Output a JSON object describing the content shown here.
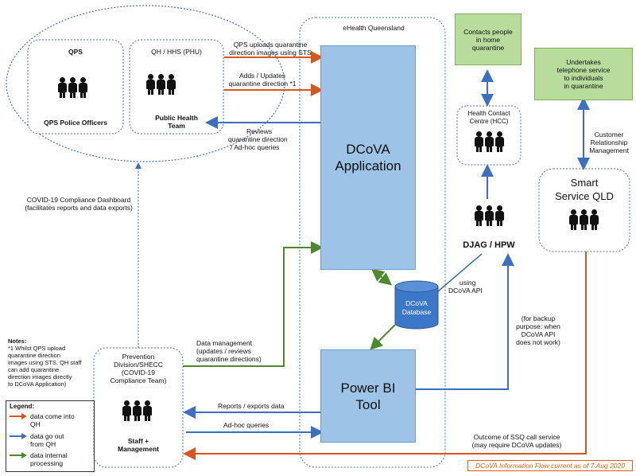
{
  "colors": {
    "orange": "#d9571e",
    "blue": "#3c6fbf",
    "green": "#4e8a2c",
    "light_blue": "#9dc3e6",
    "light_green": "#b7dc9c",
    "caption_orange": "#e06010"
  },
  "ellipse": {
    "qps_label": "QPS",
    "qps_people_caption": "QPS Police Officers",
    "qh_label": "QH / HHS (PHU)",
    "qh_people_caption_1": "Public Health",
    "qh_people_caption_2": "Team"
  },
  "ehealth": {
    "label": "eHealth Queensland",
    "dcova_line1": "DCoVA",
    "dcova_line2": "Application",
    "db_line1": "DCoVA",
    "db_line2": "Database",
    "powerbi_line1": "Power BI",
    "powerbi_line2": "Tool"
  },
  "arrows": {
    "qps_uploads_1": "QPS uploads quarantine",
    "qps_uploads_2": "direction images using STS",
    "adds_updates_1": "Adds / Updates",
    "adds_updates_2": "quarantine direction *1",
    "reviews_1": "Reviews",
    "reviews_2": "quarantine direction",
    "reviews_3": "/ Ad-hoc queries",
    "dashboard_1": "COVID-19 Compliance Dashboard",
    "dashboard_2": "(facilitates reports and data exports)",
    "data_mgmt_1": "Data management",
    "data_mgmt_2": "(updates / reviews",
    "data_mgmt_3": "quarantine directions)",
    "reports_exports": "Reports / exports data",
    "adhoc_queries": "Ad-hoc queries",
    "using_api_1": "using",
    "using_api_2": "DCoVA API",
    "backup_1": "(for backup",
    "backup_2": "purpose: when",
    "backup_3": "DCoVA API",
    "backup_4": "does not work)",
    "crm_1": "Customer",
    "crm_2": "Relationship",
    "crm_3": "Management",
    "outcome_1": "Outcome of SSQ call service",
    "outcome_2": "(may require DCoVA updates)"
  },
  "right": {
    "contacts_1": "Contacts people",
    "contacts_2": "in home",
    "contacts_3": "quarantine",
    "telephone_1": "Undertakes",
    "telephone_2": "telephone service",
    "telephone_3": "to individuals",
    "telephone_4": "in quarantine",
    "hcc_1": "Health Contact",
    "hcc_2": "Centre (HCC)",
    "djag": "DJAG / HPW",
    "ssq_1": "Smart",
    "ssq_2": "Service QLD"
  },
  "prevention": {
    "line1": "Prevention",
    "line2": "Division/SHECC",
    "line3": "(COVID-19",
    "line4": "Compliance Team)",
    "caption_1": "Staff +",
    "caption_2": "Management"
  },
  "notes": {
    "title": "Notes:",
    "line1": "*1 Whilst QPS upload",
    "line2": "quarantine direction",
    "line3": "images using STS, QH staff",
    "line4": "can add quarantine",
    "line5": "direction images directly",
    "line6": "to DCoVA Application)"
  },
  "legend": {
    "title": "Legend:",
    "item1_1": "data come into",
    "item1_2": "QH",
    "item2_1": "data go out",
    "item2_2": "from QH",
    "item3_1": "data internal",
    "item3_2": "processing"
  },
  "caption": "DCoVA Information Flow current as of 7 Aug 2020"
}
